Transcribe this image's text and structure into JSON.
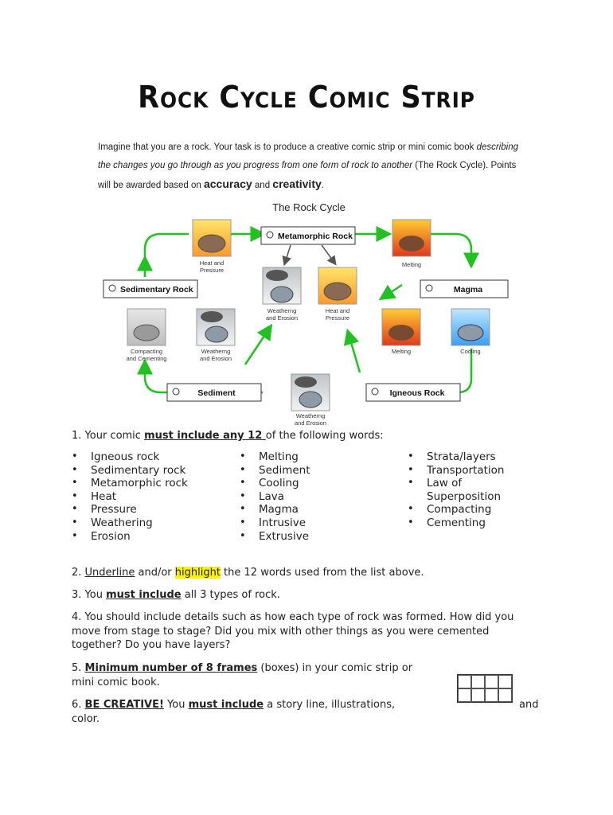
{
  "title": "Rock Cycle Comic Strip",
  "intro": {
    "line1_a": "Imagine that you are a rock.  Your task is to produce a creative comic strip or mini comic book ",
    "line1_b": "describing",
    "line2_a": "the changes you go through as you progress from one form of rock to another",
    "line2_b": " (The Rock Cycle).  Points",
    "line3_a": "will be awarded based on ",
    "line3_accuracy": "accuracy",
    "line3_and": " and ",
    "line3_creativity": "creativity",
    "line3_end": "."
  },
  "diagram": {
    "title": "The Rock Cycle",
    "nodes": {
      "metamorphic": "Metamorphic Rock",
      "sedimentary": "Sedimentary Rock",
      "magma": "Magma",
      "sediment": "Sediment",
      "igneous": "Igneous Rock"
    },
    "captions": {
      "heat_pressure_top_1": "Heat and",
      "heat_pressure_top_2": "Pressure",
      "melting_top": "Melting",
      "weathering_mid_1": "Weatherng",
      "weathering_mid_2": "and Erosion",
      "heat_pressure_mid_1": "Heat and",
      "heat_pressure_mid_2": "Pressure",
      "compacting_1": "Compacting",
      "compacting_2": "and Cementing",
      "weathering_left_1": "Weatherng",
      "weathering_left_2": "and Erosion",
      "melting_right": "Melting",
      "cooling": "Cooling",
      "weathering_bottom_1": "Weatherng",
      "weathering_bottom_2": "and Erosion"
    }
  },
  "item1": {
    "prefix": "1.  Your comic ",
    "bold": "must include any 12 ",
    "suffix": " of the following words:"
  },
  "words": {
    "col1": [
      "Igneous rock",
      "Sedimentary rock",
      "Metamorphic rock",
      "Heat",
      "Pressure",
      "Weathering",
      "Erosion"
    ],
    "col2": [
      "Melting",
      "Sediment",
      "Cooling",
      "Lava",
      "Magma",
      "Intrusive",
      "Extrusive"
    ],
    "col3": [
      "Strata/layers",
      "Transportation",
      "Law of Superposition",
      "Compacting",
      "Cementing"
    ]
  },
  "item2": {
    "prefix": "2.  ",
    "underline": "Underline",
    "mid": " and/or ",
    "highlight": "highlight",
    "suffix": " the 12 words used from the list above."
  },
  "item3": {
    "prefix": "3.  You ",
    "bold": "must include",
    "suffix": " all 3 types of rock."
  },
  "item4": {
    "text": "4.  You should include details such as how each type of rock was formed.  How did you move from stage to stage? Did you mix with other things as you were cemented together?  Do you have layers?"
  },
  "item5": {
    "prefix": "5.  ",
    "bold": "Minimum number of 8 frames",
    "suffix": " (boxes) in your comic strip or",
    "line2": "mini comic book."
  },
  "item6": {
    "prefix": "6.  ",
    "bold1": "BE CREATIVE!",
    "mid": "  You ",
    "bold2": "must include",
    "suffix": " a story line, illustrations,",
    "and": "and",
    "line2": "color."
  }
}
